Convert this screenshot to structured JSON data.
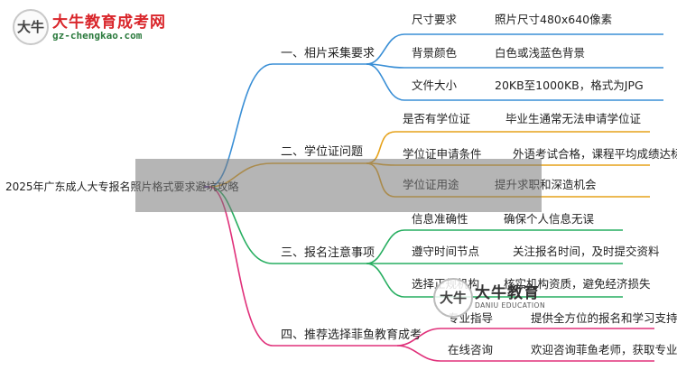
{
  "logo": {
    "mascot_text": "大牛",
    "name": "大牛教育成考网",
    "site": "gz-chengkao.com"
  },
  "watermark": {
    "mascot_text": "大牛",
    "name": "大牛教育",
    "english": "DANIU EDUCATION"
  },
  "colors": {
    "branch1": "#3a8fd6",
    "branch2": "#e6a21a",
    "branch3": "#27ae60",
    "branch4": "#e0307a",
    "root_line": "#6b3fa0"
  },
  "root": {
    "label": "2025年广东成人大专报名照片格式要求避坑攻略"
  },
  "branches": [
    {
      "label": "一、相片采集要求",
      "leaves": [
        {
          "label": "尺寸要求",
          "value": "照片尺寸480x640像素"
        },
        {
          "label": "背景颜色",
          "value": "白色或浅蓝色背景"
        },
        {
          "label": "文件大小",
          "value": "20KB至1000KB，格式为JPG"
        }
      ]
    },
    {
      "label": "二、学位证问题",
      "leaves": [
        {
          "label": "是否有学位证",
          "value": "毕业生通常无法申请学位证"
        },
        {
          "label": "学位证申请条件",
          "value": "外语考试合格，课程平均成绩达标"
        },
        {
          "label": "学位证用途",
          "value": "提升求职和深造机会"
        }
      ]
    },
    {
      "label": "三、报名注意事项",
      "leaves": [
        {
          "label": "信息准确性",
          "value": "确保个人信息无误"
        },
        {
          "label": "遵守时间节点",
          "value": "关注报名时间，及时提交资料"
        },
        {
          "label": "选择正规机构",
          "value": "核实机构资质，避免经济损失"
        }
      ]
    },
    {
      "label": "四、推荐选择菲鱼教育成考",
      "leaves": [
        {
          "label": "专业指导",
          "value": "提供全方位的报名和学习支持"
        },
        {
          "label": "在线咨询",
          "value": "欢迎咨询菲鱼老师，获取专业建议"
        }
      ]
    }
  ]
}
